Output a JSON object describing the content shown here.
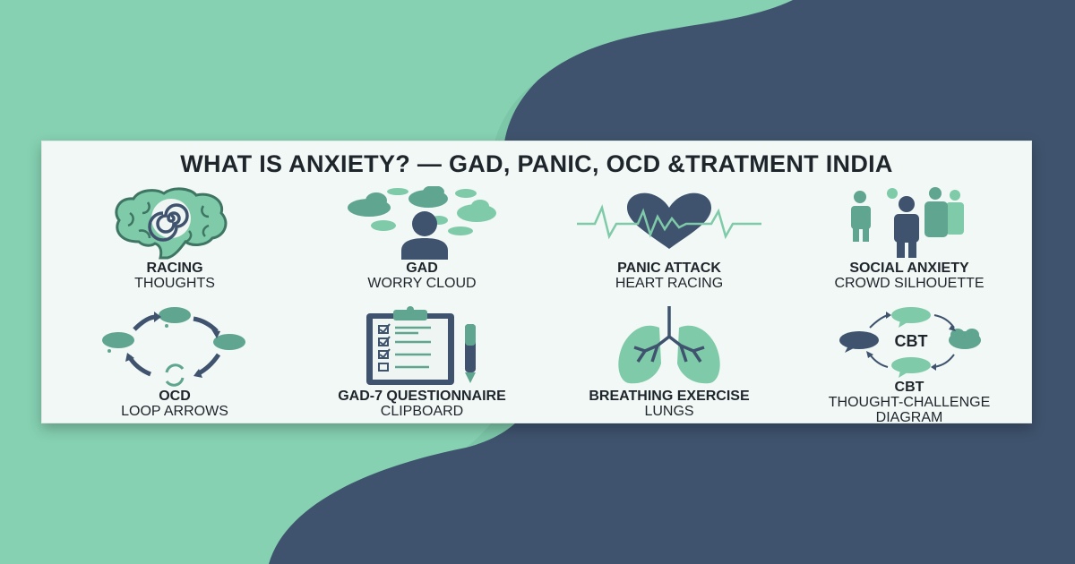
{
  "background": {
    "mint": "#86d1b2",
    "navy": "#3f536e"
  },
  "card": {
    "title": "WHAT IS ANXIETY? — GAD, PANIC, OCD &TRATMENT INDIA"
  },
  "items": [
    {
      "heading": "RACING",
      "sub": [
        "THOUGHTS"
      ],
      "icon": "brain-spiral-icon"
    },
    {
      "heading": "GAD",
      "sub": [
        "WORRY CLOUD"
      ],
      "icon": "person-worry-clouds-icon"
    },
    {
      "heading": "PANIC ATTACK",
      "sub": [
        "HEART RACING"
      ],
      "icon": "heart-pulse-icon"
    },
    {
      "heading": "SOCIAL ANXIETY",
      "sub": [
        "CROWD SILHOUETTE"
      ],
      "icon": "crowd-icon"
    },
    {
      "heading": "OCD",
      "sub": [
        "LOOP ARROWS"
      ],
      "icon": "loop-arrows-icon"
    },
    {
      "heading": "GAD-7 QUESTIONNAIRE",
      "sub": [
        "CLIPBOARD"
      ],
      "icon": "clipboard-icon"
    },
    {
      "heading": "BREATHING EXERCISE",
      "sub": [
        "LUNGS"
      ],
      "icon": "lungs-icon"
    },
    {
      "heading": "CBT",
      "sub": [
        "THOUGHT-CHALLENGE",
        "DIAGRAM"
      ],
      "icon": "cbt-cycle-icon",
      "center_label": "CBT"
    }
  ],
  "colors": {
    "teal": "#5fa58f",
    "mint_icon": "#7fcaa8",
    "dark": "#3f536e",
    "text": "#1e252b"
  }
}
